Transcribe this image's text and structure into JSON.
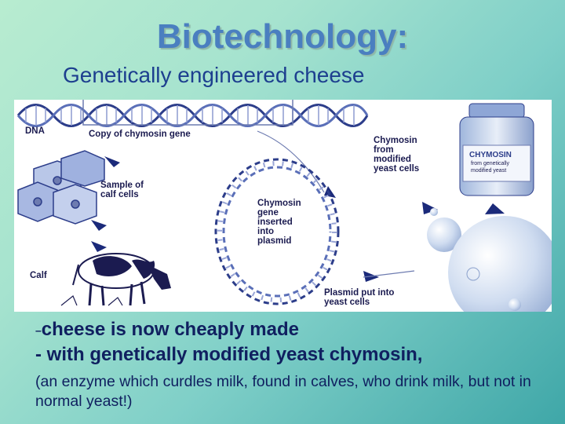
{
  "slide": {
    "title": "Biotechnology:",
    "subtitle": "Genetically engineered cheese"
  },
  "diagram": {
    "labels": {
      "dna": "DNA",
      "copy": "Copy of chymosin gene",
      "sample": "Sample of\ncalf cells",
      "calf": "Calf",
      "inserted": "Chymosin\ngene\ninserted\ninto\nplasmid",
      "plasmid_into_yeast": "Plasmid put into\nyeast cells",
      "chymosin_from_yeast": "Chymosin\nfrom\nmodified\nyeast cells"
    },
    "bottle_label": {
      "brand": "CHYMOSIN",
      "line1": "from genetically",
      "line2": "modified yeast"
    }
  },
  "bullets": {
    "b1_marker": "–",
    "b1": "cheese is now cheaply made",
    "b2": "- with genetically modified yeast chymosin,",
    "b3": "(an enzyme which curdles milk, found in calves, who drink milk, but not in normal yeast!)"
  }
}
